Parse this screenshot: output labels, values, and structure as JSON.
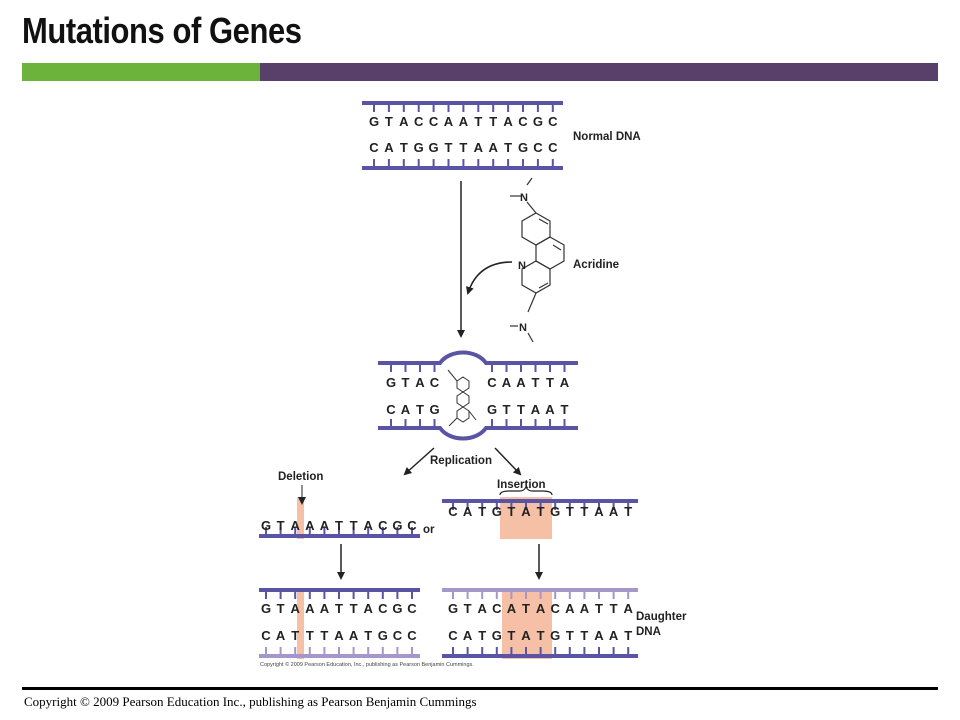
{
  "slide": {
    "title": "Mutations of Genes",
    "footer": "Copyright © 2009 Pearson Education Inc., publishing as Pearson Benjamin Cummings",
    "colors": {
      "green": "#6bb33a",
      "purple": "#58406b",
      "strand_dark": "#5a54a4",
      "strand_light": "#a597c9",
      "highlight": "#f6c0a7"
    }
  },
  "figure": {
    "normal_dna": {
      "label": "Normal DNA",
      "top": [
        "G",
        "T",
        "A",
        "C",
        "C",
        "A",
        "A",
        "T",
        "T",
        "A",
        "C",
        "G",
        "C"
      ],
      "bottom": [
        "C",
        "A",
        "T",
        "G",
        "G",
        "T",
        "T",
        "A",
        "A",
        "T",
        "G",
        "C",
        "C"
      ]
    },
    "acridine": {
      "label": "Acridine",
      "atoms": {
        "n_top": "N",
        "n_mid": "N",
        "n_bottom": "N"
      }
    },
    "intercalated": {
      "top_left": [
        "G",
        "T",
        "A",
        "C"
      ],
      "top_right": [
        "C",
        "A",
        "A",
        "T",
        "T",
        "A"
      ],
      "bottom_left": [
        "C",
        "A",
        "T",
        "G"
      ],
      "bottom_right": [
        "G",
        "T",
        "T",
        "A",
        "A",
        "T"
      ]
    },
    "replication_label": "Replication",
    "deletion": {
      "label": "Deletion",
      "strand": [
        "G",
        "T",
        "A",
        "A",
        "A",
        "T",
        "T",
        "A",
        "C",
        "G",
        "C"
      ],
      "or_label": "or"
    },
    "insertion": {
      "label": "Insertion",
      "strand": [
        "C",
        "A",
        "T",
        "G",
        "T",
        "A",
        "T",
        "G",
        "T",
        "T",
        "A",
        "A",
        "T"
      ]
    },
    "daughter": {
      "label_line1": "Daughter",
      "label_line2": "DNA",
      "deletion_top": [
        "G",
        "T",
        "A",
        "A",
        "A",
        "T",
        "T",
        "A",
        "C",
        "G",
        "C"
      ],
      "deletion_bottom": [
        "C",
        "A",
        "T",
        "T",
        "T",
        "A",
        "A",
        "T",
        "G",
        "C",
        "C"
      ],
      "insertion_top": [
        "G",
        "T",
        "A",
        "C",
        "A",
        "T",
        "A",
        "C",
        "A",
        "A",
        "T",
        "T",
        "A"
      ],
      "insertion_bottom": [
        "C",
        "A",
        "T",
        "G",
        "T",
        "A",
        "T",
        "G",
        "T",
        "T",
        "A",
        "A",
        "T"
      ]
    },
    "figure_copyright": "Copyright © 2009 Pearson Education, Inc., publishing as Pearson Benjamin Cummings."
  }
}
